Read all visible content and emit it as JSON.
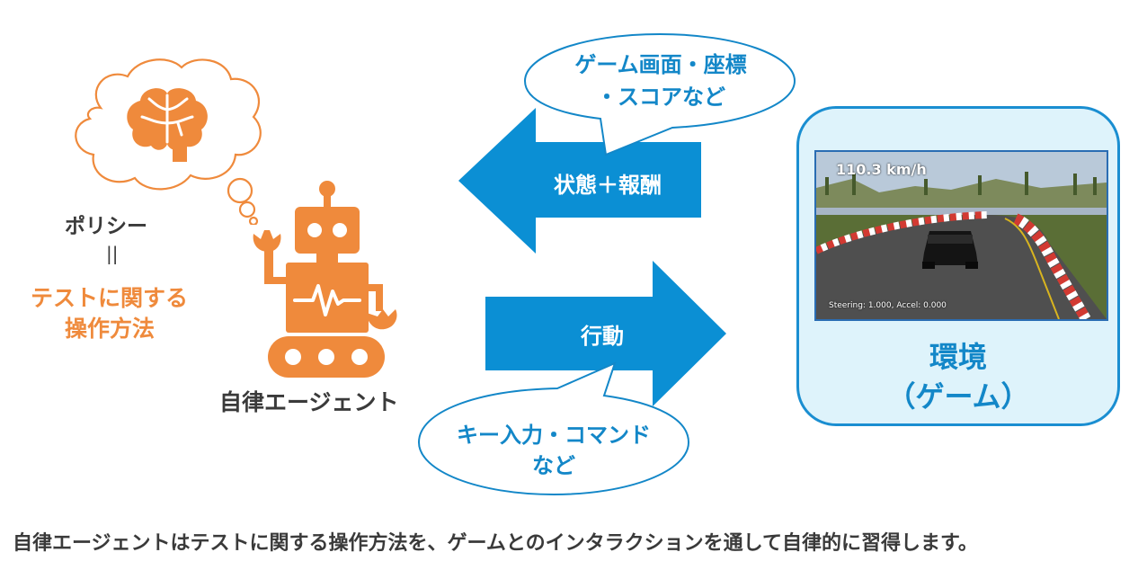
{
  "agent": {
    "policy_label": "ポリシー",
    "equals_label": "||",
    "policy_desc_line1": "テストに関する",
    "policy_desc_line2": "操作方法",
    "name": "自律エージェント"
  },
  "state_arrow": {
    "label": "状態＋報酬",
    "bubble_line1": "ゲーム画面・座標",
    "bubble_line2": "・スコアなど"
  },
  "action_arrow": {
    "label": "行動",
    "bubble_line1": "キー入力・コマンド",
    "bubble_line2": "など"
  },
  "environment": {
    "speed_text": "110.3 km/h",
    "status_text": "Steering: 1.000, Accel: 0.000",
    "label_line1": "環境",
    "label_line2": "（ゲーム）"
  },
  "caption": "自律エージェントはテストに関する操作方法を、ゲームとのインタラクションを通して自律的に習得します。",
  "colors": {
    "orange": "#ef8a3c",
    "blue": "#0b8fd4",
    "text": "#3a3a3a"
  },
  "icons": [
    "brain-icon",
    "robot-icon",
    "thought-bubble-icon"
  ]
}
